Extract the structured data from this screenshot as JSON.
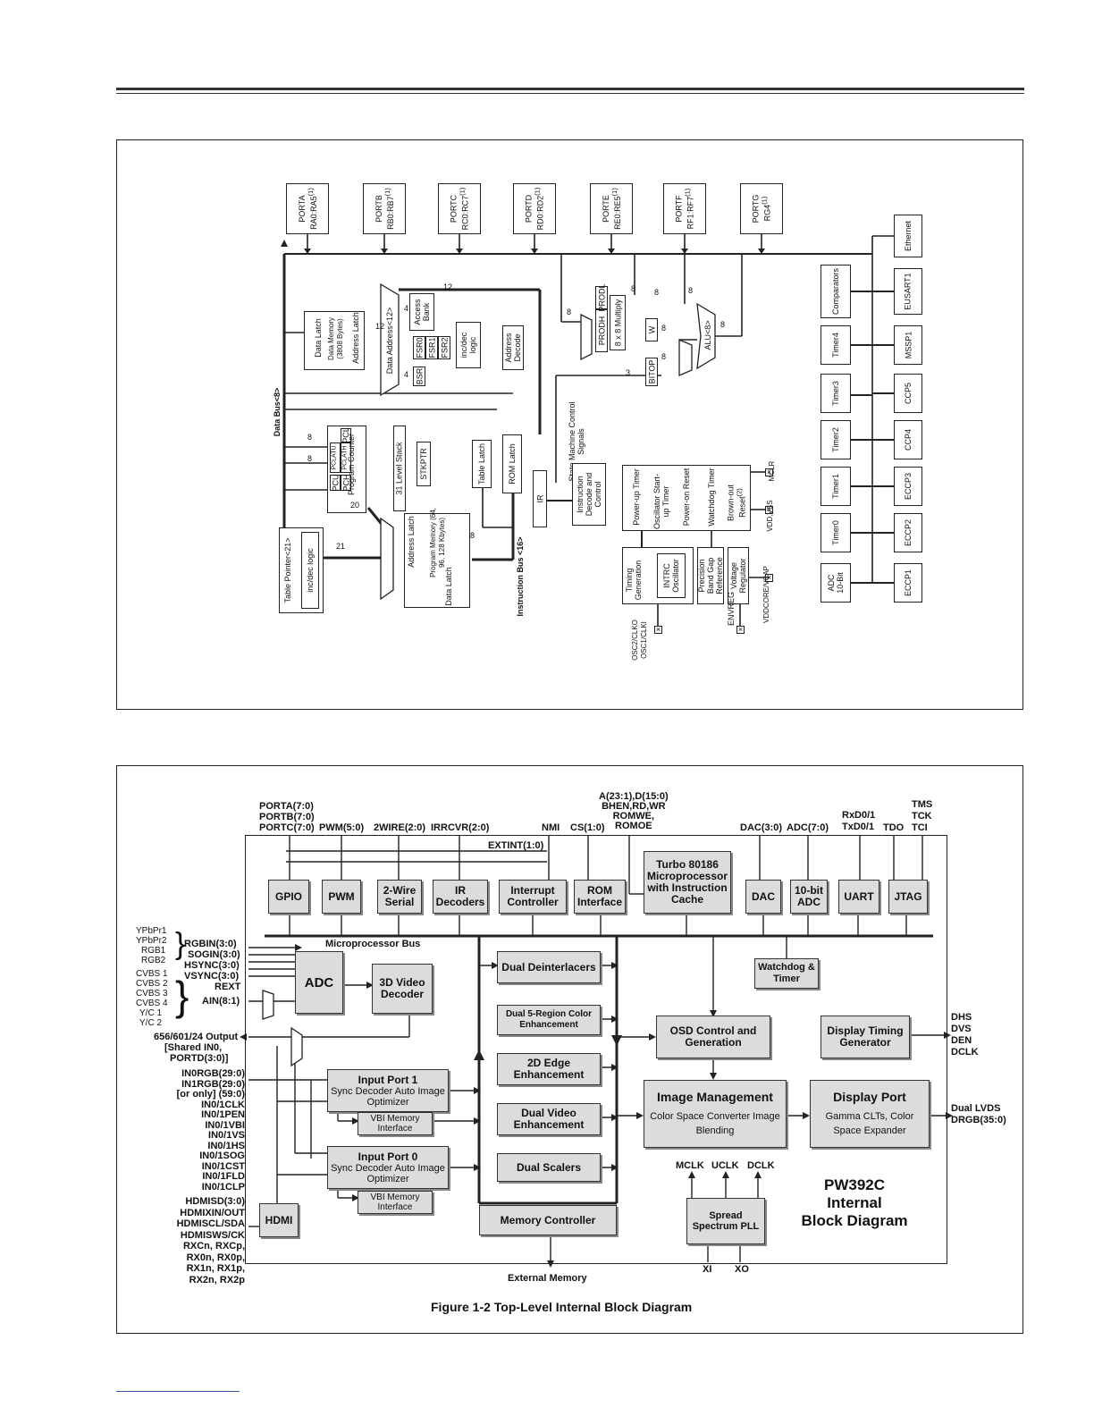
{
  "fig1": {
    "ports": [
      {
        "name": "PORTA",
        "pins": "RA0:RA5",
        "note": "(1)"
      },
      {
        "name": "PORTB",
        "pins": "RB0:RB7",
        "note": "(1)"
      },
      {
        "name": "PORTC",
        "pins": "RC0:RC7",
        "note": "(1)"
      },
      {
        "name": "PORTD",
        "pins": "RD0:RD2",
        "note": "(1)"
      },
      {
        "name": "PORTE",
        "pins": "RE0:RE5",
        "note": "(1)"
      },
      {
        "name": "PORTF",
        "pins": "RF1:RF7",
        "note": "(1)"
      },
      {
        "name": "PORTG",
        "pins": "RG4",
        "note": "(1)"
      }
    ],
    "data_latch": "Data Latch",
    "data_memory": "Data Memory (3808 Bytes)",
    "address_latch": "Address Latch",
    "data_address": "Data Address<12>",
    "access_bank": "Access Bank",
    "fsr0": "FSR0",
    "fsr1": "FSR1",
    "fsr2": "FSR2",
    "inc_dec_logic": "inc/dec logic",
    "bsr": "BSR",
    "address_decode": "Address Decode",
    "prodh": "PRODH",
    "prodl": "PRODL",
    "multiply": "8 x 8 Multiply",
    "w": "W",
    "bitop": "BITOP",
    "alu": "ALU<8>",
    "state_machine": "State Machine Control Signals",
    "data_bus": "Data Bus<8>",
    "pclatu": "PCLATU",
    "pclath": "PCLATH",
    "pcu": "PCU",
    "pch": "PCH",
    "pcl": "PCL",
    "program_counter": "Program Counter",
    "level_stack": "31 Level Stack",
    "stkptr": "STKPTR",
    "table_latch": "Table Latch",
    "rom_latch": "ROM Latch",
    "ir": "IR",
    "instruction_decode": "Instruction Decode and Control",
    "table_pointer": "Table Pointer<21>",
    "tp_inc_dec": "inc/dec logic",
    "prog_address_latch": "Address Latch",
    "program_memory": "Program Memory (64, 96, 128 Kbytes)",
    "prog_data_latch": "Data Latch",
    "instruction_bus": "Instruction Bus <16>",
    "power_up_timer": "Power-up Timer",
    "oscillator_startup": "Oscillator Start-up Timer",
    "power_on_reset": "Power-on Reset",
    "watchdog_timer": "Watchdog Timer",
    "brown_out_reset": "Brown-out Reset",
    "brown_out_note": "(2)",
    "timing_generation": "Timing Generation",
    "intrc_oscillator": "INTRC Oscillator",
    "precision_bandgap": "Precision Band Gap Reference",
    "voltage_regulator": "Voltage Regulator",
    "osc_pins": "OSC2/CLKO OSC1/CLKI",
    "envreg": "ENVREG",
    "vddcore": "VDDCORE/VCAP",
    "vdd_vss": "VDD,VSS",
    "mclr": "MCLR",
    "peripherals_left": [
      "Comparators",
      "Timer4",
      "Timer3",
      "Timer2",
      "Timer1",
      "Timer0",
      "ADC 10-Bit"
    ],
    "peripherals_right": [
      "Ethernet",
      "EUSART1",
      "MSSP1",
      "CCP5",
      "CCP4",
      "ECCP3",
      "ECCP2",
      "ECCP1"
    ],
    "bus_widths": {
      "w12": "12",
      "w4": "4",
      "w8": "8",
      "w3": "3",
      "w20": "20",
      "w21": "21"
    }
  },
  "fig2": {
    "top_labels": {
      "ports": "PORTA(7:0)\nPORTB(7:0)\nPORTC(7:0)",
      "pwm": "PWM(5:0)",
      "twowire": "2WIRE(2:0)",
      "irrcvr": "IRRCVR(2:0)",
      "nmi": "NMI",
      "cs": "CS(1:0)",
      "addr": "A(23:1),D(15:0)\nBHEN,RD,WR\nROMWE,\nROMOE",
      "dac": "DAC(3:0)",
      "adc": "ADC(7:0)",
      "uart": "RxD0/1\nTxD0/1",
      "tdo": "TDO",
      "jtag": "TMS\nTCK\nTCI"
    },
    "extint": "EXTINT(1:0)",
    "blocks": {
      "gpio": "GPIO",
      "pwm": "PWM",
      "twowire": "2-Wire Serial",
      "ir": "IR Decoders",
      "interrupt": "Interrupt Controller",
      "rom": "ROM Interface",
      "turbo": "Turbo 80186 Microprocessor with Instruction Cache",
      "dac": "DAC",
      "adc10": "10-bit ADC",
      "uart": "UART",
      "jtag": "JTAG",
      "watchdog": "Watchdog & Timer",
      "adc": "ADC",
      "video_decoder": "3D Video Decoder",
      "deinterlacers": "Dual Deinterlacers",
      "color_enh": "Dual 5-Region Color Enhancement",
      "edge_enh": "2D Edge Enhancement",
      "video_enh": "Dual Video Enhancement",
      "scalers": "Dual Scalers",
      "memctrl": "Memory Controller",
      "osd": "OSD Control and Generation",
      "dtg": "Display Timing Generator",
      "img_mgmt": "Image Management",
      "img_mgmt_sub": "Color Space Converter Image Blending",
      "display_port": "Display Port",
      "display_port_sub": "Gamma CLTs, Color Space Expander",
      "input1": "Input Port  1",
      "input1_sub": "Sync Decoder Auto Image Optimizer",
      "vbi1": "VBI Memory Interface",
      "input0": "Input Port  0",
      "input0_sub": "Sync Decoder Auto Image Optimizer",
      "vbi0": "VBI Memory Interface",
      "hdmi": "HDMI",
      "pll": "Spread Spectrum PLL"
    },
    "micro_bus": "Microprocessor Bus",
    "left_inputs": [
      "RGBIN(3:0)",
      "SOGIN(3:0)",
      "HSYNC(3:0)",
      "VSYNC(3:0)",
      "REXT"
    ],
    "brace1": [
      "YPbPr1",
      "YPbPr2",
      "RGB1",
      "RGB2"
    ],
    "brace2": [
      "CVBS 1",
      "CVBS 2",
      "CVBS 3",
      "CVBS 4",
      "Y/C 1",
      "Y/C 2"
    ],
    "ain": "AIN(8:1)",
    "output656": [
      "656/601/24 Output",
      "[Shared IN0,",
      "PORTD(3:0)]"
    ],
    "in_signals": [
      "IN0RGB(29:0)",
      "IN1RGB(29:0)",
      "[or only] (59:0)",
      "IN0/1CLK",
      "IN0/1PEN",
      "IN0/1VBI",
      "IN0/1VS",
      "IN0/1HS",
      "IN0/1SOG",
      "IN0/1CST",
      "IN0/1FLD",
      "IN0/1CLP"
    ],
    "hdmi_signals": [
      "HDMISD(3:0)",
      "HDMIXIN/OUT",
      "HDMISCL/SDA",
      "HDMISWS/CK",
      "RXCn, RXCp,",
      "RX0n, RX0p,",
      "RX1n, RX1p,",
      "RX2n, RX2p"
    ],
    "right_out": [
      "DHS",
      "DVS",
      "DEN",
      "DCLK"
    ],
    "lvds": [
      "Dual LVDS",
      "DRGB(35:0)"
    ],
    "clocks": {
      "mclk": "MCLK",
      "uclk": "UCLK",
      "dclk": "DCLK",
      "xi": "XI",
      "xo": "XO"
    },
    "external_memory": "External Memory",
    "chip_title": "PW392C\nInternal\nBlock Diagram",
    "caption": "Figure 1-2  Top-Level Internal Block Diagram"
  }
}
